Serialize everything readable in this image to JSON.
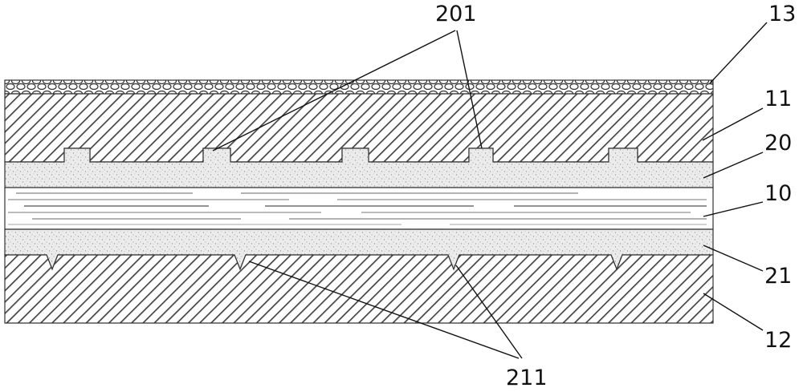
{
  "figure": {
    "labels": {
      "layer_top_coating": "13",
      "layer_upper_substrate": "11",
      "layer_upper_adhesive": "20",
      "layer_core": "10",
      "layer_lower_adhesive": "21",
      "layer_lower_substrate": "12",
      "protrusions": "201",
      "grooves": "211"
    }
  }
}
